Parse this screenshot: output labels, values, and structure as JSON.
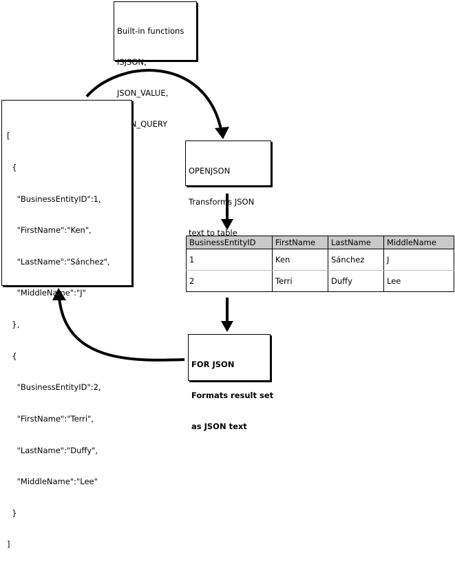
{
  "builtin": {
    "lines": [
      "Built-in functions",
      "ISJSON,",
      "JSON_VALUE,",
      "JSON_QUERY"
    ]
  },
  "json_text": {
    "lines": [
      "[",
      "  {",
      "    \"BusinessEntityID\":1,",
      "    \"FirstName\":\"Ken\",",
      "    \"LastName\":\"Sánchez\",",
      "    \"MiddleName\":\"J\"",
      "  },",
      "  {",
      "    \"BusinessEntityID\":2,",
      "    \"FirstName\":\"Terri\",",
      "    \"LastName\":\"Duffy\",",
      "    \"MiddleName\":\"Lee\"",
      "  }",
      "]"
    ]
  },
  "openjson": {
    "lines": [
      "OPENJSON",
      "Transforms JSON",
      "text to table"
    ]
  },
  "forjson": {
    "lines": [
      "FOR JSON",
      "Formats result set",
      "as JSON text"
    ]
  },
  "result_table": {
    "headers": [
      "BusinessEntityID",
      "FirstName",
      "LastName",
      "MiddleName"
    ],
    "rows": [
      [
        "1",
        "Ken",
        "Sánchez",
        "J"
      ],
      [
        "2",
        "Terri",
        "Duffy",
        "Lee"
      ]
    ],
    "header_color": "#c9c9c9"
  }
}
